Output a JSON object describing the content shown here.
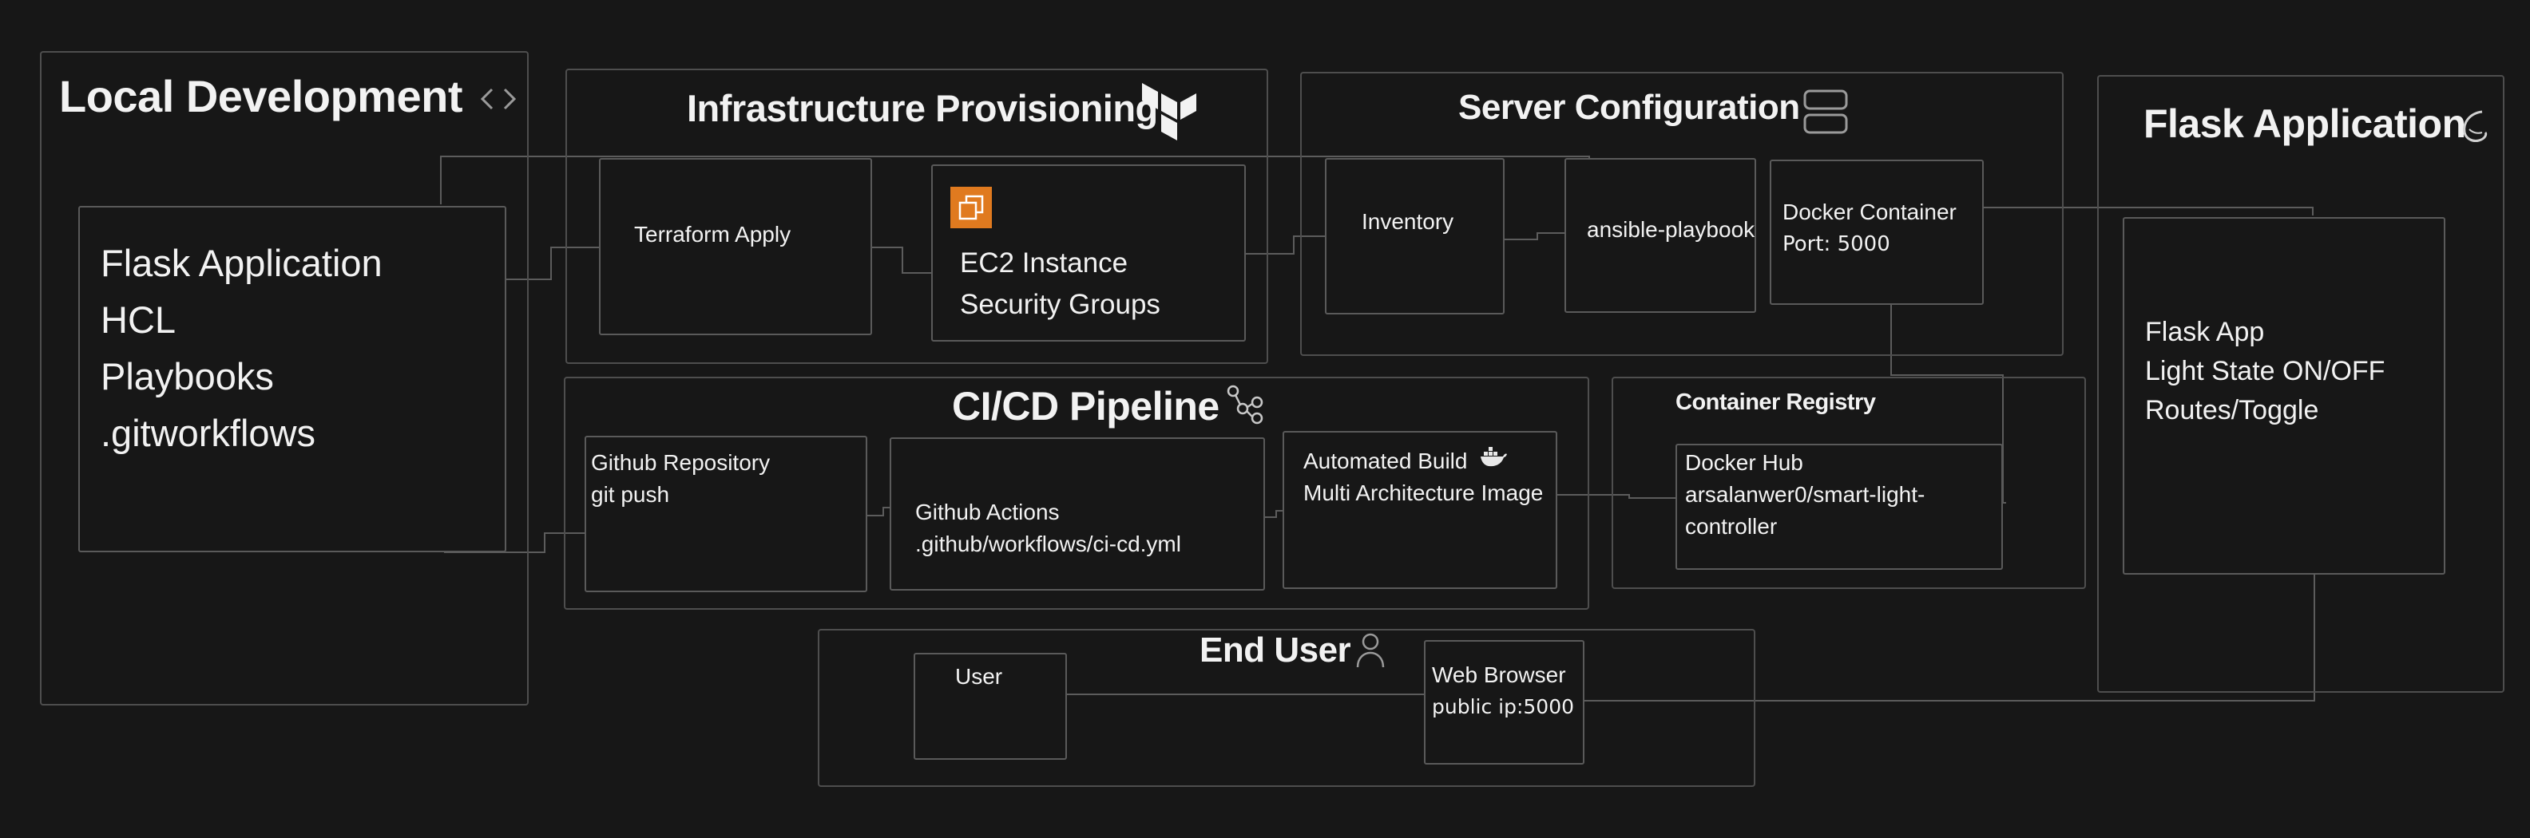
{
  "groups": {
    "local_dev": {
      "title": "Local Development"
    },
    "infra": {
      "title": "Infrastructure Provisioning"
    },
    "server_config": {
      "title": "Server Configuration"
    },
    "flask_app": {
      "title": "Flask Application"
    },
    "cicd": {
      "title": "CI/CD Pipeline"
    },
    "registry": {
      "title": "Container Registry"
    },
    "end_user": {
      "title": "End User"
    }
  },
  "nodes": {
    "local_files": {
      "lines": [
        "Flask Application",
        "HCL",
        "Playbooks",
        ".gitworkflows"
      ]
    },
    "terraform_apply": {
      "lines": [
        "Terraform Apply"
      ]
    },
    "ec2": {
      "lines": [
        "EC2 Instance",
        "Security Groups"
      ]
    },
    "inventory": {
      "lines": [
        "Inventory"
      ]
    },
    "ansible": {
      "lines": [
        "ansible-playbook"
      ]
    },
    "docker_container": {
      "lines": [
        "Docker Container",
        "Port: 5000"
      ]
    },
    "flask_app": {
      "lines": [
        "Flask App",
        "Light State ON/OFF",
        "Routes/Toggle"
      ]
    },
    "github_repo": {
      "lines": [
        "Github Repository",
        "git push"
      ]
    },
    "github_actions": {
      "lines": [
        "Github Actions",
        ".github/workflows/ci-cd.yml"
      ]
    },
    "automated_build": {
      "lines": [
        "Automated Build",
        "Multi Architecture Image"
      ]
    },
    "docker_hub": {
      "lines": [
        "Docker Hub",
        "arsalanwer0/smart-light-",
        "controller"
      ]
    },
    "user": {
      "lines": [
        "User"
      ]
    },
    "web_browser": {
      "lines": [
        "Web Browser",
        "public ip:5000"
      ]
    }
  },
  "icons": {
    "code": "code-brackets-icon",
    "terraform": "terraform-logo-icon",
    "server": "server-stack-icon",
    "flask": "flask-logo-icon",
    "aws_ec2": "aws-ec2-icon",
    "git": "git-icon",
    "docker": "docker-whale-icon",
    "user": "user-icon"
  },
  "colors": {
    "background": "#171717",
    "border": "#555555",
    "text": "#f2f2f2",
    "aws_orange": "#e07a1f"
  }
}
